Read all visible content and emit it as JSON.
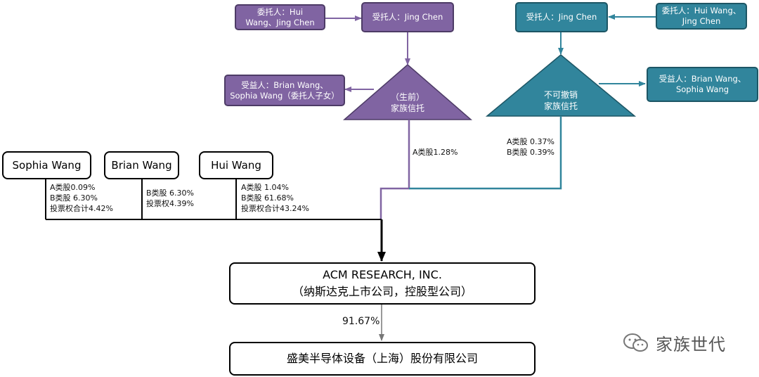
{
  "lifetime_trust": {
    "settlor": "委托人：Hui Wang、Jing Chen",
    "trustee": "受托人：Jing Chen",
    "beneficiary": "受益人：Brian Wang、Sophia Wang（委托人子女）",
    "name_line1": "（生前）",
    "name_line2": "家族信托",
    "holding": "A类股1.28%"
  },
  "irrevocable_trust": {
    "settlor": "委托人：Hui Wang、Jing Chen",
    "trustee": "受托人：Jing Chen",
    "beneficiary": "受益人：Brian Wang、Sophia Wang",
    "name_line1": "不可撤销",
    "name_line2": "家族信托",
    "holding_a": "A类股 0.37%",
    "holding_b": "B类股 0.39%"
  },
  "individuals": {
    "sophia": {
      "name": "Sophia Wang",
      "line1": "A类股0.09%",
      "line2": "B类股 6.30%",
      "line3": "投票权合计4.42%"
    },
    "brian": {
      "name": "Brian Wang",
      "line1": "B类股 6.30%",
      "line2": "投票权4.39%"
    },
    "hui": {
      "name": "Hui Wang",
      "line1": "A类股 1.04%",
      "line2": "B类股 61.68%",
      "line3": "投票权合计43.24%"
    }
  },
  "acm": {
    "line1": "ACM RESEARCH, INC.",
    "line2": "（纳斯达克上市公司，控股型公司）"
  },
  "subsidiary": {
    "ownership": "91.67%",
    "name": "盛美半导体设备（上海）股份有限公司"
  },
  "watermark": {
    "text": "家族世代",
    "icon": "wechat-icon"
  },
  "colors": {
    "purple": "#8064a2",
    "teal": "#31859c",
    "black": "#000000"
  }
}
